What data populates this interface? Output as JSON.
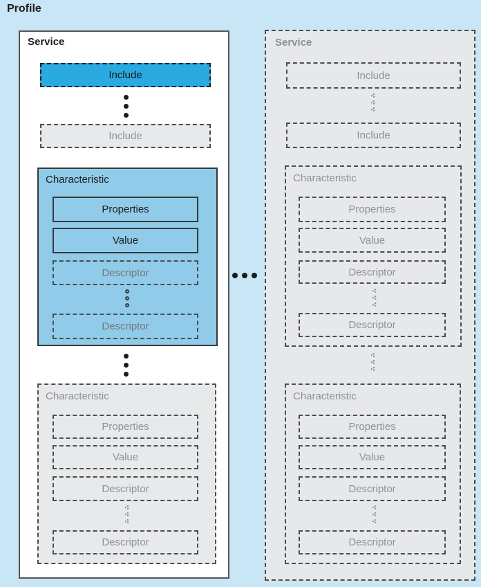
{
  "title": "Profile",
  "colors": {
    "page_background": "#c8e6f5",
    "active_include_fill": "#29abe2",
    "active_characteristic_fill": "#90cce9",
    "inactive_fill": "#e8e9ea",
    "panel_fill": "#ffffff",
    "dark_border": "#4b4c4e",
    "gray_text": "#8f9194",
    "black_text": "#1b1b1d"
  },
  "left_service": {
    "label": "Service",
    "include_active": "Include",
    "include_inactive": "Include",
    "characteristic_active": {
      "label": "Characteristic",
      "properties": "Properties",
      "value": "Value",
      "descriptor_first": "Descriptor",
      "descriptor_last": "Descriptor"
    },
    "characteristic_inactive": {
      "label": "Characteristic",
      "properties": "Properties",
      "value": "Value",
      "descriptor_first": "Descriptor",
      "descriptor_last": "Descriptor"
    }
  },
  "right_service": {
    "label": "Service",
    "include_first": "Include",
    "include_last": "Include",
    "characteristic_first": {
      "label": "Characteristic",
      "properties": "Properties",
      "value": "Value",
      "descriptor_first": "Descriptor",
      "descriptor_last": "Descriptor"
    },
    "characteristic_last": {
      "label": "Characteristic",
      "properties": "Properties",
      "value": "Value",
      "descriptor_first": "Descriptor",
      "descriptor_last": "Descriptor"
    }
  }
}
